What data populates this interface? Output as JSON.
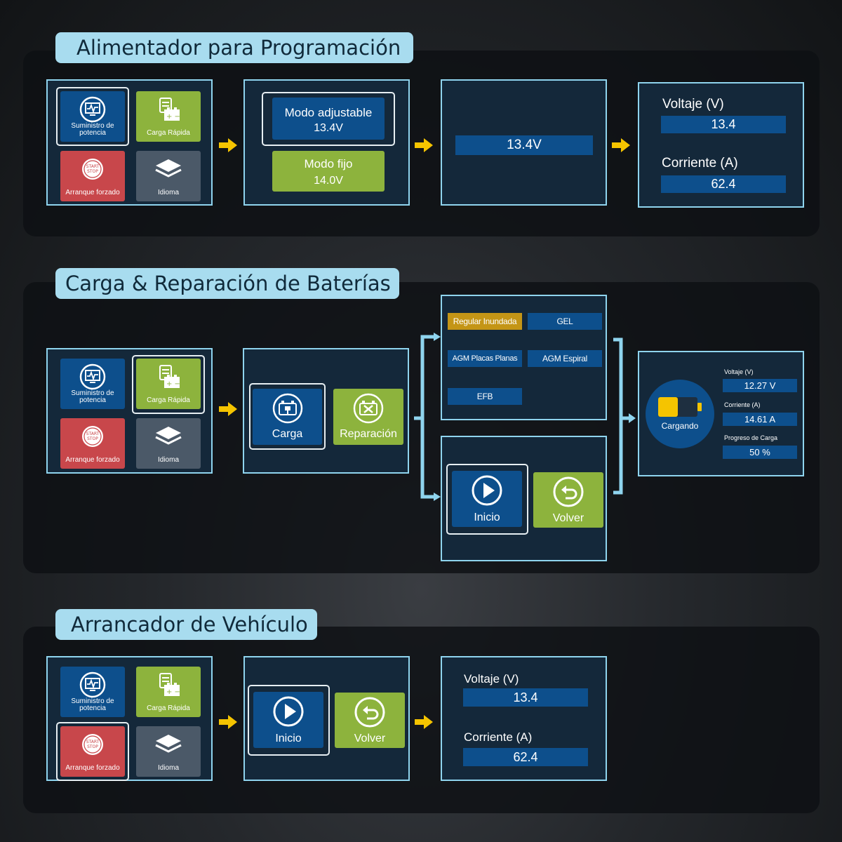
{
  "sections": {
    "power_supply": {
      "title": "Alimentador para Programación"
    },
    "charge_repair": {
      "title": "Carga & Reparación de Baterías"
    },
    "starter": {
      "title": "Arrancador de Vehículo"
    }
  },
  "menu": {
    "power_supply_label": "Suministro de potencia",
    "fast_charge_label": "Carga Rápida",
    "forced_start_label": "Arranque forzado",
    "language_label": "Idioma",
    "start_stop_line1": "START",
    "start_stop_line2": "STOP"
  },
  "mode": {
    "adjustable_label": "Modo adjustable",
    "adjustable_value": "13.4V",
    "fixed_label": "Modo fijo",
    "fixed_value": "14.0V"
  },
  "set_voltage": "13.4V",
  "readout": {
    "voltage_label": "Voltaje (V)",
    "voltage_value": "13.4",
    "current_label": "Corriente (A)",
    "current_value": "62.4"
  },
  "charge_menu": {
    "charge_label": "Carga",
    "repair_label": "Reparación"
  },
  "battery_types": {
    "regular": "Regular Inundada",
    "gel": "GEL",
    "agm_flat": "AGM Placas Planas",
    "agm_spiral": "AGM Espiral",
    "efb": "EFB"
  },
  "actions": {
    "start_label": "Inicio",
    "back_label": "Volver"
  },
  "charging": {
    "status": "Cargando",
    "voltage_label": "Voltaje (V)",
    "voltage_value": "12.27 V",
    "current_label": "Corriente (A)",
    "current_value": "14.61 A",
    "progress_label": "Progreso de Carga",
    "progress_value": "50 %",
    "progress_fraction": 0.5
  },
  "colors": {
    "accent_blue": "#0d4f8c",
    "accent_green": "#8db33d",
    "accent_red": "#c8474b",
    "border_cyan": "#8fd4ee",
    "arrow_yellow": "#f5c400",
    "selected_yellow": "#c49516"
  }
}
